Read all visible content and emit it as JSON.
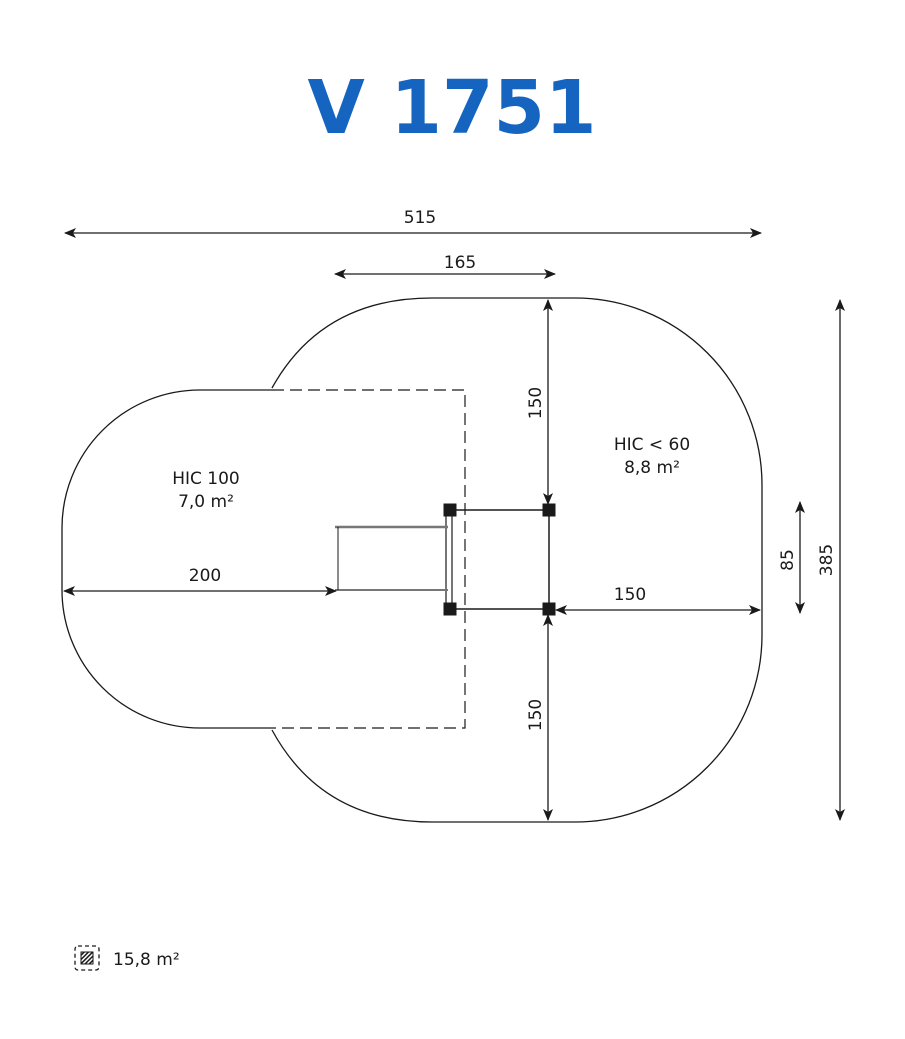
{
  "title": "V 1751",
  "brand_color": "#1565c0",
  "dimensions": {
    "total_width": "515",
    "structure_offset": "165",
    "top_depth": "150",
    "bottom_depth": "150",
    "slide_run": "200",
    "right_depth": "150",
    "structure_depth": "85",
    "total_depth": "385"
  },
  "zones": {
    "left": {
      "hic": "HIC 100",
      "area": "7,0 m²"
    },
    "right": {
      "hic": "HIC < 60",
      "area": "8,8 m²"
    }
  },
  "legend": {
    "icon": "hatched-area-icon",
    "total_area": "15,8 m²"
  }
}
